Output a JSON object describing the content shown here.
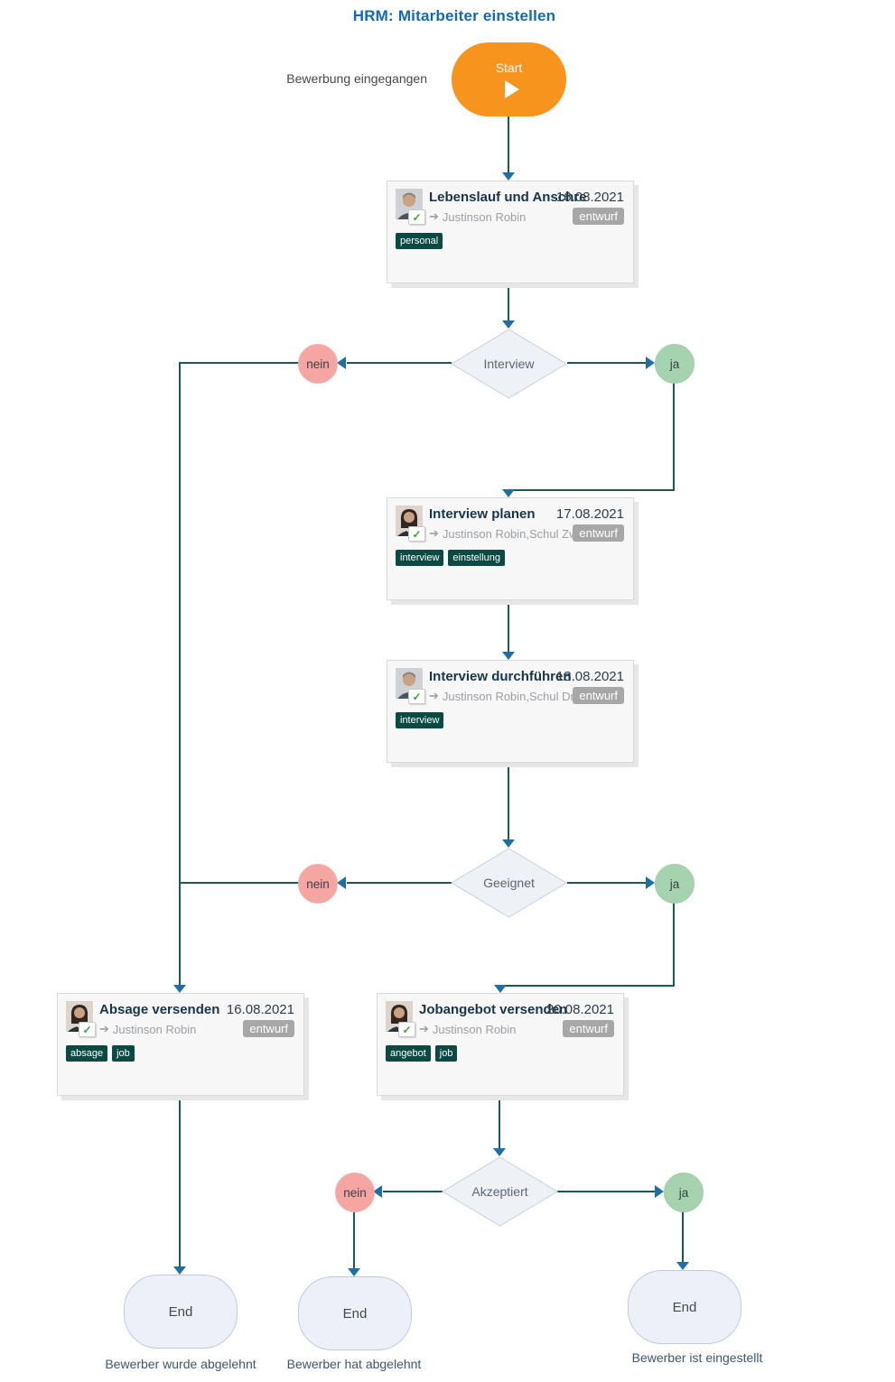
{
  "page": {
    "title": "HRM: Mitarbeiter einstellen"
  },
  "start": {
    "label": "Start",
    "annotation": "Bewerbung eingegangen"
  },
  "icons": {
    "check_glyph": "✓",
    "assignee_arrow_glyph": "➔"
  },
  "tasks": [
    {
      "title": "Lebenslauf und Anschre...",
      "date": "16.08.2021",
      "assignees": "Justinson Robin",
      "status": "entwurf",
      "tags": [
        "personal"
      ],
      "avatar": "man"
    },
    {
      "title": "Interview planen",
      "date": "17.08.2021",
      "assignees": "Justinson Robin,Schul Zwei",
      "status": "entwurf",
      "tags": [
        "interview",
        "einstellung"
      ],
      "avatar": "woman"
    },
    {
      "title": "Interview durchführen",
      "date": "18.08.2021",
      "assignees": "Justinson Robin,Schul Drei",
      "status": "entwurf",
      "tags": [
        "interview"
      ],
      "avatar": "man"
    },
    {
      "title": "Absage versenden",
      "date": "16.08.2021",
      "assignees": "Justinson Robin",
      "status": "entwurf",
      "tags": [
        "absage",
        "job"
      ],
      "avatar": "woman"
    },
    {
      "title": "Jobangebot versenden",
      "date": "20.08.2021",
      "assignees": "Justinson Robin",
      "status": "entwurf",
      "tags": [
        "angebot",
        "job"
      ],
      "avatar": "woman"
    }
  ],
  "decisions": [
    {
      "label": "Interview",
      "no_label": "nein",
      "yes_label": "ja"
    },
    {
      "label": "Geeignet",
      "no_label": "nein",
      "yes_label": "ja"
    },
    {
      "label": "Akzeptiert",
      "no_label": "nein",
      "yes_label": "ja"
    }
  ],
  "ends": [
    {
      "label": "End",
      "annotation": "Bewerber wurde abgelehnt"
    },
    {
      "label": "End",
      "annotation": "Bewerber hat abgelehnt"
    },
    {
      "label": "End",
      "annotation": "Bewerber ist eingestellt"
    }
  ],
  "colors": {
    "title_blue": "#1268b3",
    "start_orange": "#f7941e",
    "connector_teal": "#1a5b50",
    "arrowhead_blue": "#1f6fa6",
    "tag_green": "#0b4a42",
    "status_gray": "#a7a7a7",
    "no_red": "#f5a6a2",
    "yes_green": "#a5d3b0"
  }
}
